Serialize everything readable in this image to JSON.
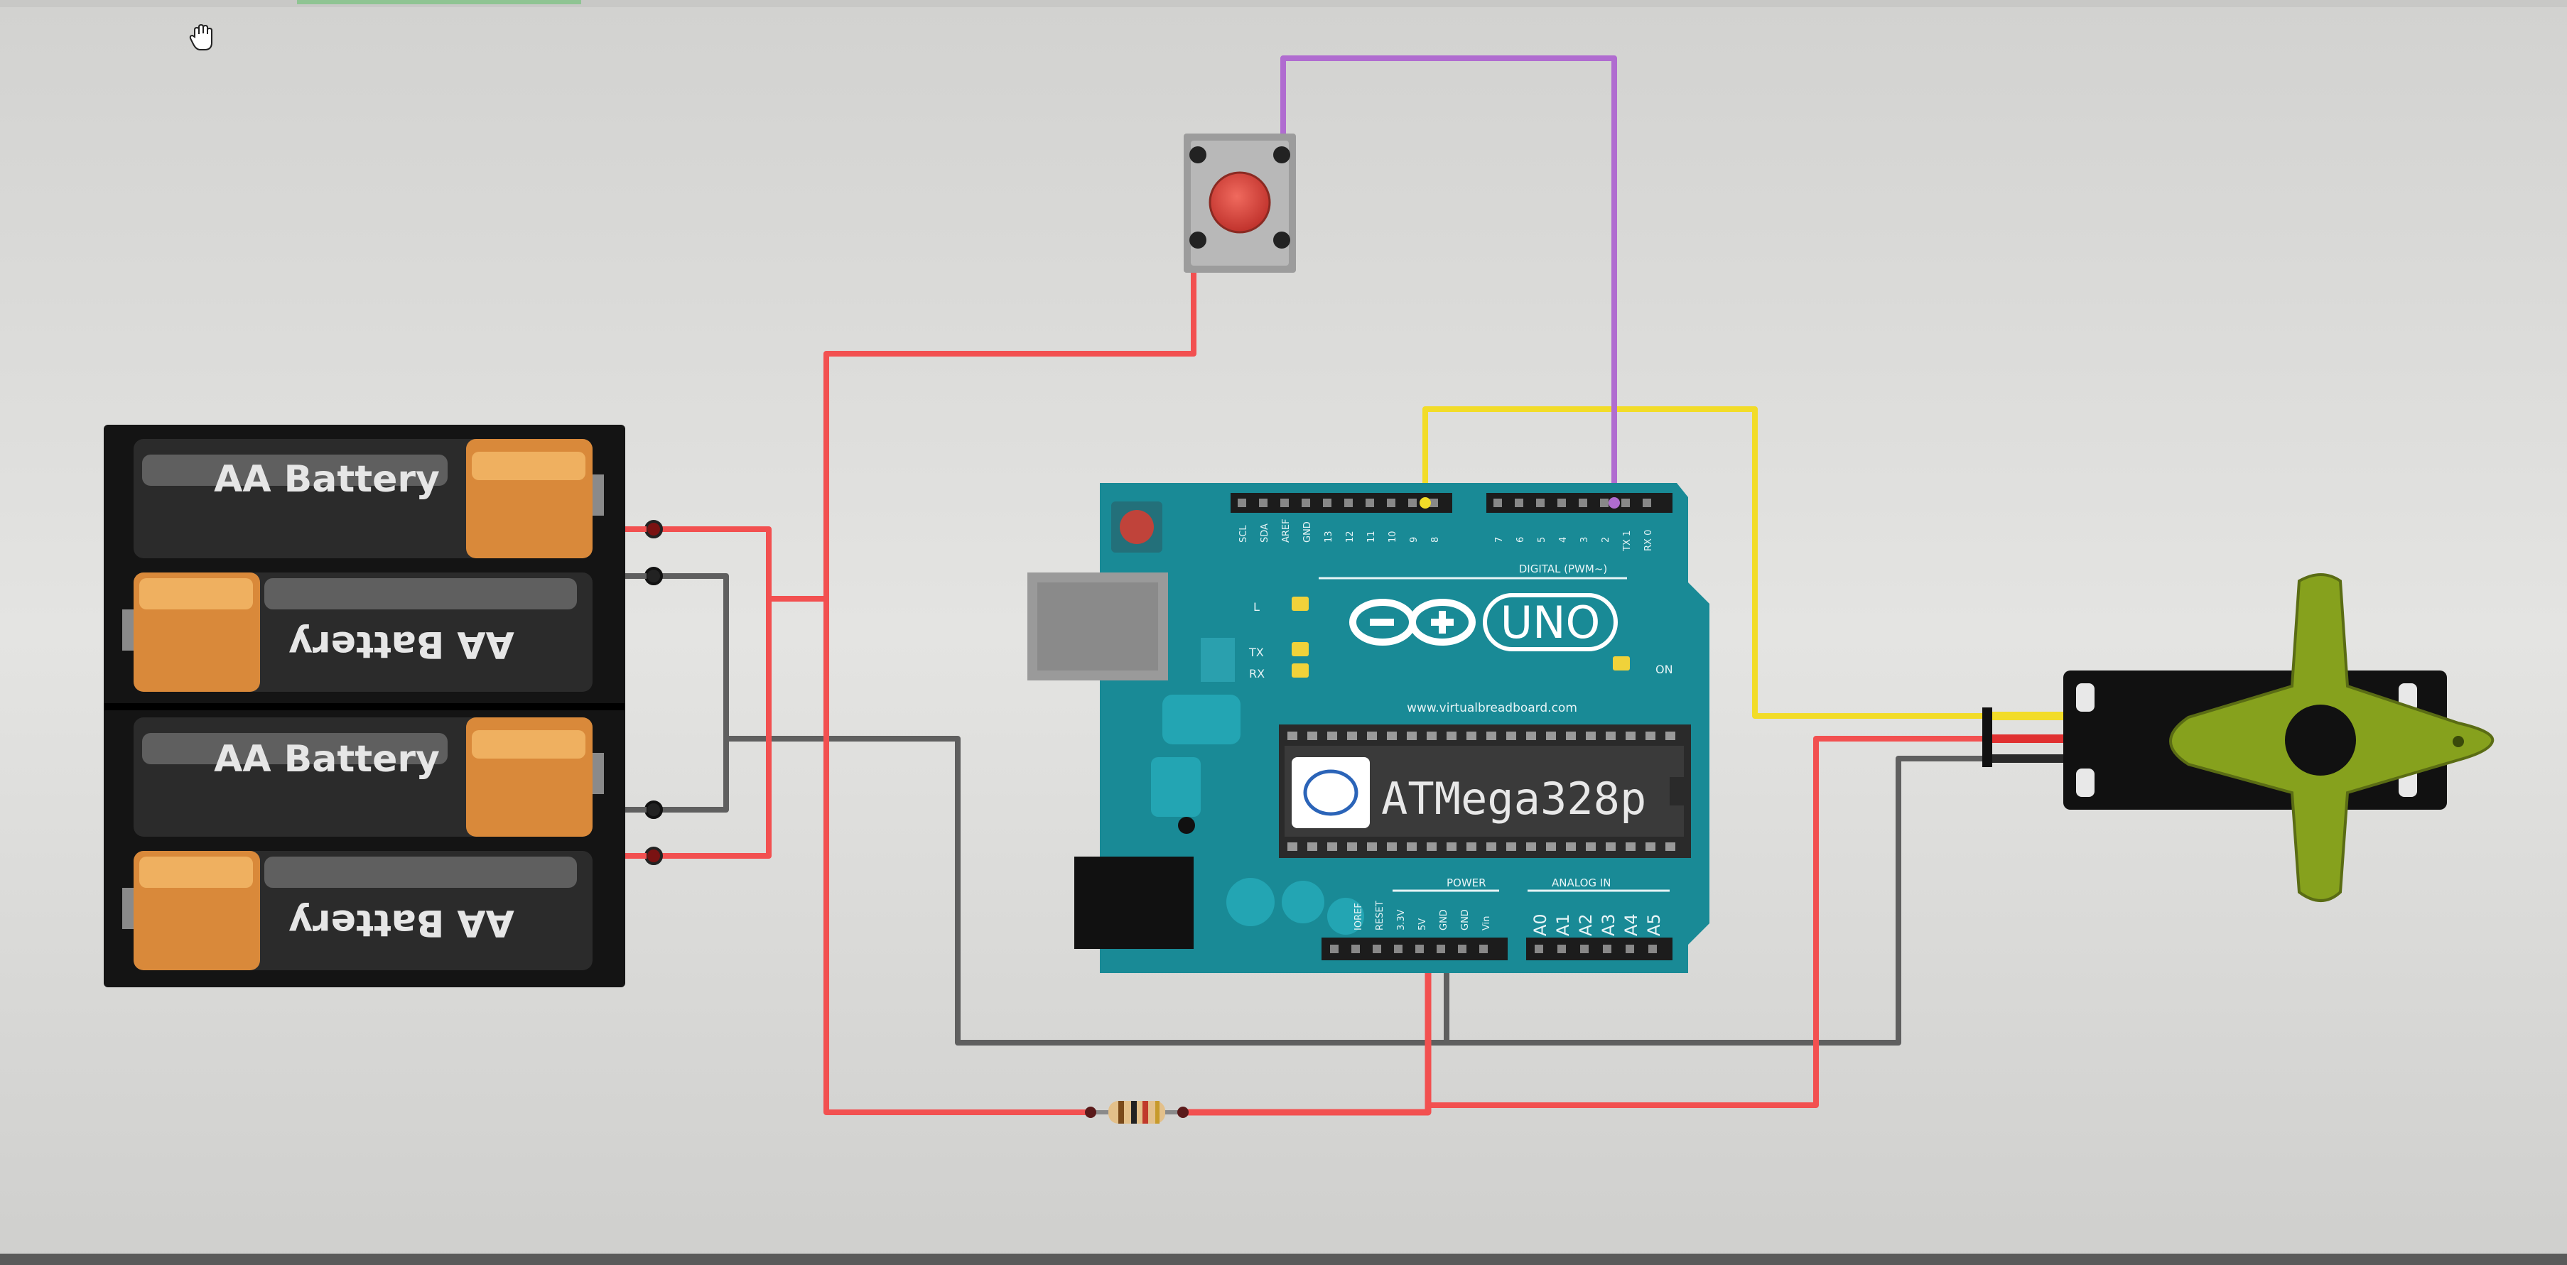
{
  "batteries": {
    "cell_label": "AA Battery",
    "cells": [
      {
        "label": "AA Battery",
        "orientation": "normal"
      },
      {
        "label": "AA Battery",
        "orientation": "flipped"
      },
      {
        "label": "AA Battery",
        "orientation": "normal"
      },
      {
        "label": "AA Battery",
        "orientation": "flipped"
      }
    ]
  },
  "arduino": {
    "model": "UNO",
    "url": "www.virtualbreadboard.com",
    "chip": "ATMega328p",
    "section_digital": "DIGITAL (PWM~)",
    "section_power": "POWER",
    "section_analog": "ANALOG IN",
    "led_l": "L",
    "led_tx": "TX",
    "led_rx": "RX",
    "led_on": "ON",
    "digital_pins": [
      "SCL",
      "SDA",
      "AREF",
      "GND",
      "13",
      "12",
      "11",
      "10",
      "9",
      "8",
      "7",
      "6",
      "5",
      "4",
      "3",
      "2",
      "TX 1",
      "RX 0"
    ],
    "power_pins": [
      "IOREF",
      "RESET",
      "3.3V",
      "5V",
      "GND",
      "GND",
      "Vin"
    ],
    "analog_pins": [
      "A0",
      "A1",
      "A2",
      "A3",
      "A4",
      "A5"
    ]
  },
  "colors": {
    "board": "#198a96",
    "wire_power": "#f25050",
    "wire_ground": "#5f5f5f",
    "wire_signal_yellow": "#f2dc28",
    "wire_signal_purple": "#b06cd0",
    "servo_horn": "#86a11d",
    "background": "#d6d6d4"
  },
  "components": {
    "pushbutton": "pushbutton",
    "resistor": "resistor",
    "servo": "servo"
  }
}
